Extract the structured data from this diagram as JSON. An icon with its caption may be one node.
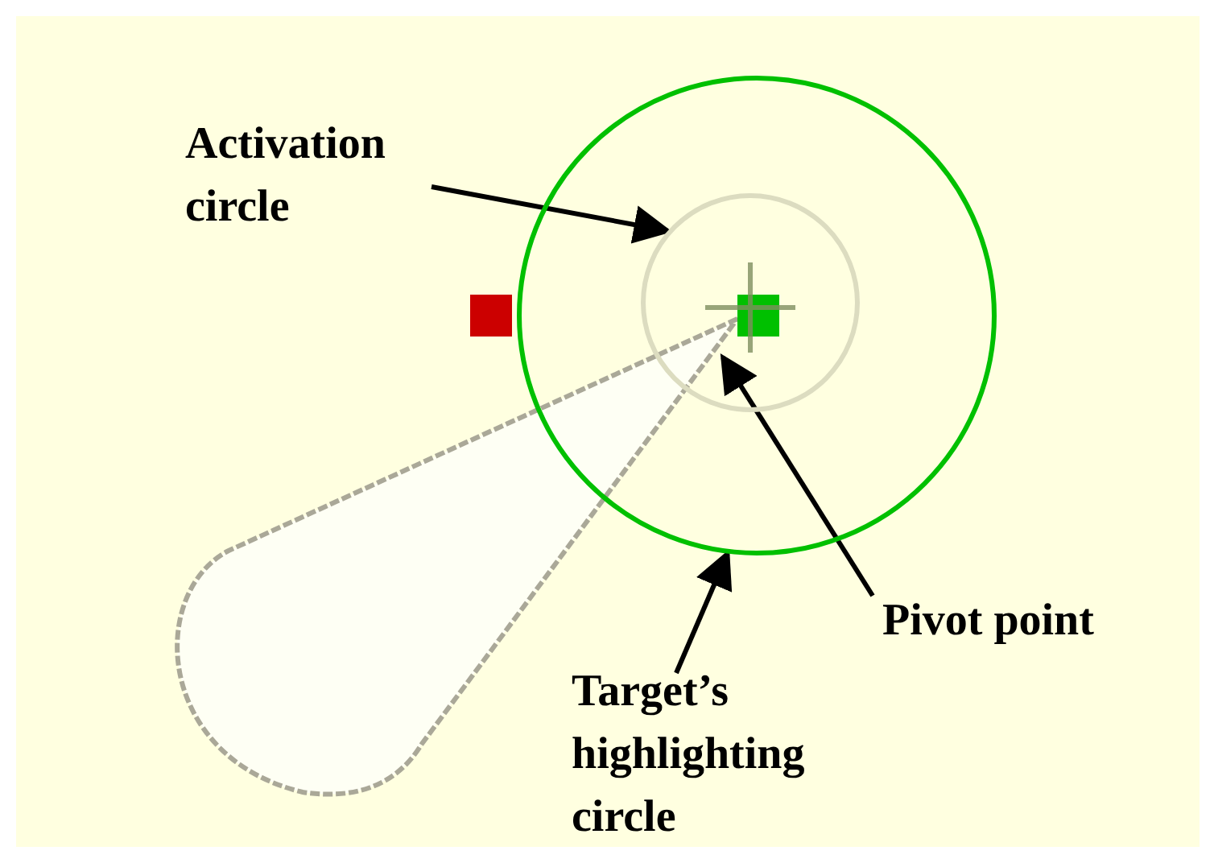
{
  "diagram": {
    "nodes": [
      {
        "text": [
          "Activation circle"
        ]
      },
      {
        "text": [],
        "shape": "circle",
        "in": 4
      },
      {
        "text": [
          "Pivot point"
        ]
      },
      {
        "text": [
          "Target’s highlighting circle"
        ]
      },
      {
        "text": [],
        "shape": "circle"
      },
      {
        "text": [],
        "shape": "cross",
        "in": 1
      }
    ],
    "edges": [
      {
        "from": 0,
        "to": 1,
        "arrow": "to"
      },
      {
        "from": 2,
        "to": 5,
        "arrow": "to"
      },
      {
        "from": 3,
        "to": 4,
        "arrow": "to"
      }
    ]
  }
}
